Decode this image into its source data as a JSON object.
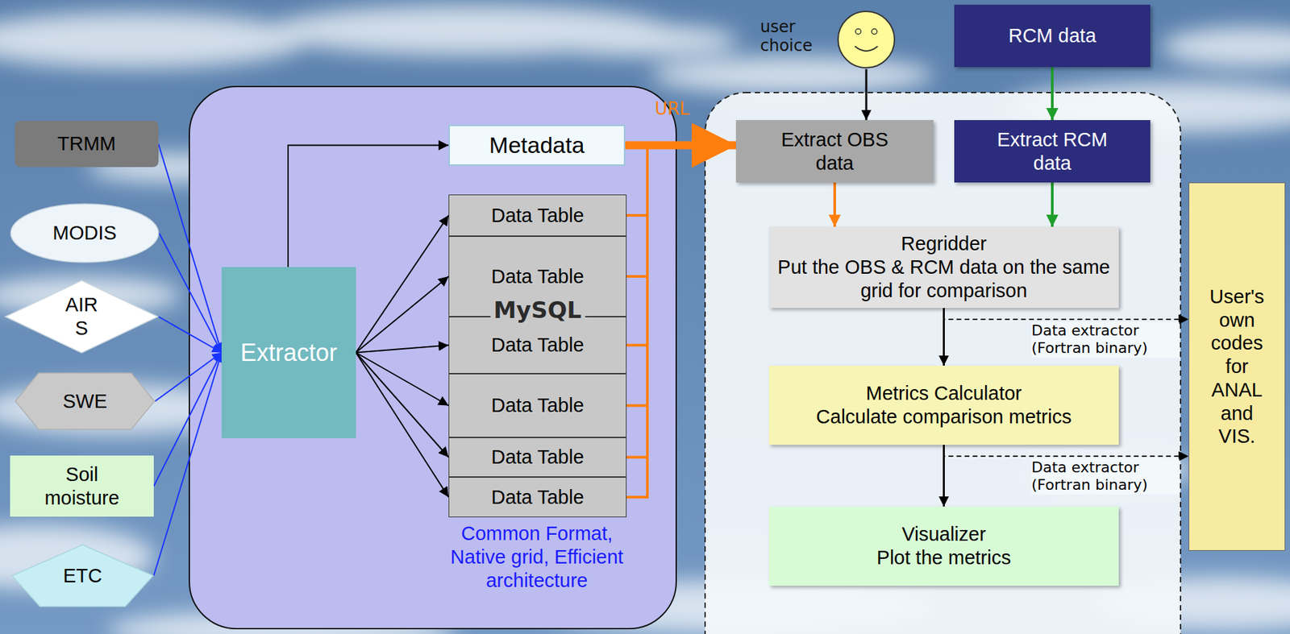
{
  "diagram": {
    "nodes": [
      {
        "text": [
          "TRMM"
        ]
      },
      {
        "text": [
          "MODIS"
        ]
      },
      {
        "text": [
          "AIR S"
        ]
      },
      {
        "text": [
          "SWE"
        ]
      },
      {
        "text": [
          "Soil moisture"
        ]
      },
      {
        "text": [
          "ETC"
        ]
      },
      {
        "text": [
          "Common Format, Native grid, Efficient architecture"
        ]
      },
      {
        "text": [
          "Extractor"
        ],
        "in": 6
      },
      {
        "text": [
          "Metadata"
        ],
        "in": 6
      },
      {
        "text": [
          "MySQL"
        ],
        "in": 6
      },
      {
        "text": [
          "Data Table"
        ],
        "in": 9
      },
      {
        "text": [
          "Data Table"
        ],
        "in": 9
      },
      {
        "text": [
          "Data Table"
        ],
        "in": 9
      },
      {
        "text": [
          "Data Table"
        ],
        "in": 9
      },
      {
        "text": [
          "Data Table"
        ],
        "in": 9
      },
      {
        "text": [
          "Data Table"
        ],
        "in": 9
      },
      {
        "text": [
          "user choice"
        ]
      },
      {
        "text": [
          "RCM data"
        ]
      },
      {
        "text": [
          "Extract OBS data"
        ]
      },
      {
        "text": [
          "Extract RCM data"
        ]
      },
      {
        "text": [
          "Regridder",
          "Put the OBS & RCM data on the same grid for comparison"
        ]
      },
      {
        "text": [
          "Metrics Calculator",
          "Calculate comparison metrics"
        ]
      },
      {
        "text": [
          "Visualizer",
          "Plot the metrics"
        ]
      },
      {
        "text": [
          "User's own codes for ANAL and VIS."
        ]
      }
    ],
    "edges": [
      {
        "from": 0,
        "to": 7,
        "arrow": "to"
      },
      {
        "from": 1,
        "to": 7,
        "arrow": "to"
      },
      {
        "from": 2,
        "to": 7,
        "arrow": "to"
      },
      {
        "from": 3,
        "to": 7,
        "arrow": "to"
      },
      {
        "from": 4,
        "to": 7,
        "arrow": "to"
      },
      {
        "from": 5,
        "to": 7,
        "arrow": "to"
      },
      {
        "from": 7,
        "to": 8,
        "arrow": "to"
      },
      {
        "from": 7,
        "to": 10,
        "arrow": "to"
      },
      {
        "from": 7,
        "to": 11,
        "arrow": "to"
      },
      {
        "from": 7,
        "to": 12,
        "arrow": "to"
      },
      {
        "from": 7,
        "to": 13,
        "arrow": "to"
      },
      {
        "from": 7,
        "to": 14,
        "arrow": "to"
      },
      {
        "from": 7,
        "to": 15,
        "arrow": "to"
      },
      {
        "from": 8,
        "to": 18,
        "label": "URL",
        "arrow": "to"
      },
      {
        "from": 10,
        "to": 18,
        "arrow": "to"
      },
      {
        "from": 11,
        "to": 18,
        "arrow": "to"
      },
      {
        "from": 12,
        "to": 18,
        "arrow": "to"
      },
      {
        "from": 13,
        "to": 18,
        "arrow": "to"
      },
      {
        "from": 14,
        "to": 18,
        "arrow": "to"
      },
      {
        "from": 15,
        "to": 18,
        "arrow": "to"
      },
      {
        "from": 16,
        "to": 18,
        "arrow": "to"
      },
      {
        "from": 17,
        "to": 19,
        "arrow": "to"
      },
      {
        "from": 18,
        "to": 20,
        "arrow": "to"
      },
      {
        "from": 19,
        "to": 20,
        "arrow": "to"
      },
      {
        "from": 20,
        "to": 21,
        "arrow": "to"
      },
      {
        "from": 21,
        "to": 22,
        "arrow": "to"
      },
      {
        "from": 20,
        "to": 23,
        "label": "Data extractor (Fortran binary)",
        "arrow": "to"
      },
      {
        "from": 21,
        "to": 23,
        "label": "Data extractor (Fortran binary)",
        "arrow": "to"
      }
    ]
  }
}
